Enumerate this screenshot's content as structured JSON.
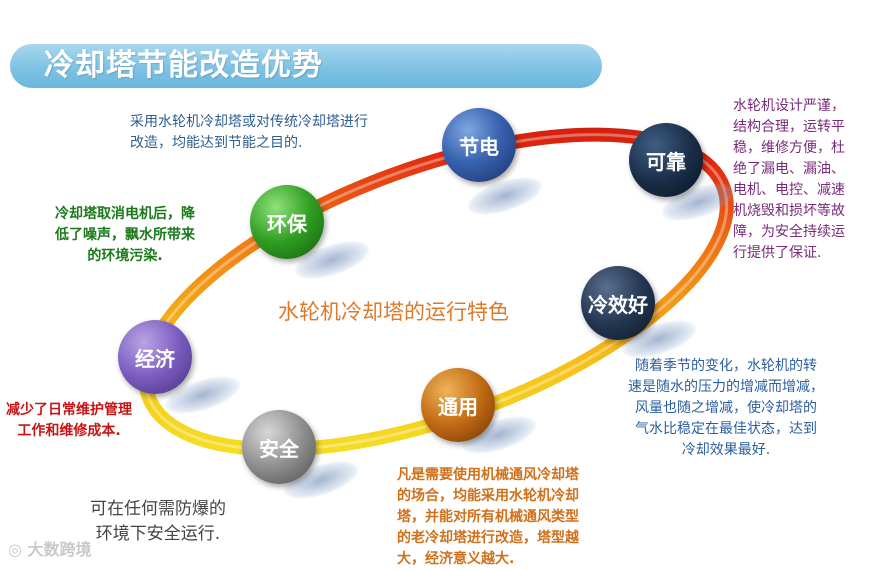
{
  "title": "冷却塔节能改造优势",
  "center_label": "水轮机冷却塔的运行特色",
  "nodes": {
    "jiedian": "节电",
    "kekao": "可靠",
    "huanbao": "环保",
    "lengxiaohao": "冷效好",
    "jingji": "经济",
    "tongyong": "通用",
    "anquan": "安全"
  },
  "descriptions": {
    "jiedian": "采用水轮机冷却塔或对传统冷却塔进行\n改造，均能达到节能之目的.",
    "kekao": "水轮机设计严谨，\n结构合理，运转平\n稳，维修方便，杜\n绝了漏电、漏油、\n电机、电控、减速\n机烧毁和损坏等故\n障，为安全持续运\n行提供了保证.",
    "huanbao": "冷却塔取消电机后，降\n低了噪声，飘水所带来\n的环境污染.",
    "lengxiaohao": "随着季节的变化，水轮机的转\n速是随水的压力的增减而增减，\n风量也随之增减，使冷却塔的\n气水比稳定在最佳状态，达到\n冷却效果最好.",
    "jingji": "减少了日常维护管理\n工作和维修成本.",
    "tongyong": "凡是需要使用机械通风冷却塔\n的场合，均能采用水轮机冷却\n塔，并能对所有机械通风类型\n的老冷却塔进行改造，塔型越\n大，经济意义越大.",
    "anquan": "可在任何需防爆的\n环境下安全运行."
  },
  "watermark": "大数跨境",
  "colors": {
    "title_bar": "#7fc2e4",
    "jiedian_desc": "#2f5f8f",
    "kekao_desc": "#7a2a7a",
    "huanbao_desc": "#1a7a1a",
    "lengxiaohao_desc": "#2a5fa0",
    "jingji_desc": "#c81414",
    "tongyong_desc": "#d0701a",
    "anquan_desc": "#444444",
    "ring_red": "#e02010",
    "ring_yellow": "#f0e020"
  }
}
